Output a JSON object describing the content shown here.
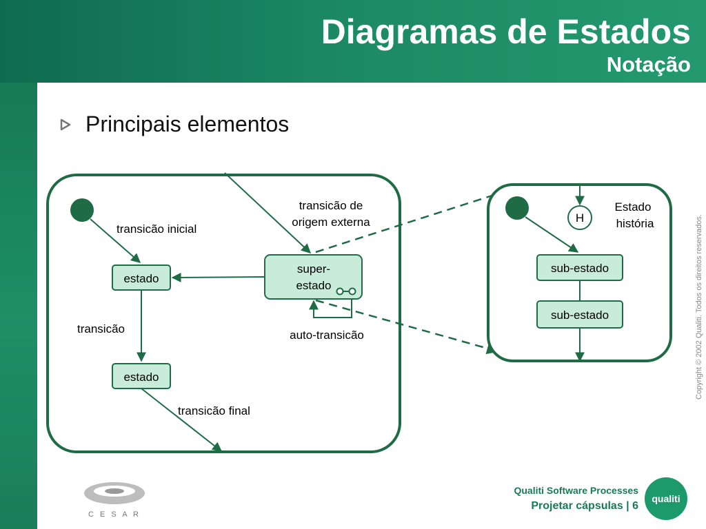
{
  "header": {
    "title": "Diagramas de Estados",
    "subtitle": "Notação"
  },
  "bullet": {
    "text": "Principais elementos"
  },
  "diagram": {
    "left": {
      "state_top": "estado",
      "state_bottom": "estado",
      "super_state_line1": "super-",
      "super_state_line2": "estado",
      "label_initial": "transicão inicial",
      "label_transition": "transicão",
      "label_final": "transicão final",
      "label_external_line1": "transicão de",
      "label_external_line2": "origem externa",
      "label_self": "auto-transicão"
    },
    "right": {
      "history": "H",
      "history_label_line1": "Estado",
      "history_label_line2": "história",
      "substate_top": "sub-estado",
      "substate_bottom": "sub-estado"
    }
  },
  "side": {
    "copyright": "Copyright © 2002 Qualiti. Todos os direitos reservados."
  },
  "footer": {
    "brand": "Qualiti Software Processes",
    "page": "Projetar cápsulas  |  6",
    "logo_text": "qualiti",
    "cesar_text": "C E S A R"
  },
  "colors": {
    "primary_green": "#1e6b45",
    "state_fill": "#c8ecd9",
    "header_green": "#1c8a65"
  }
}
